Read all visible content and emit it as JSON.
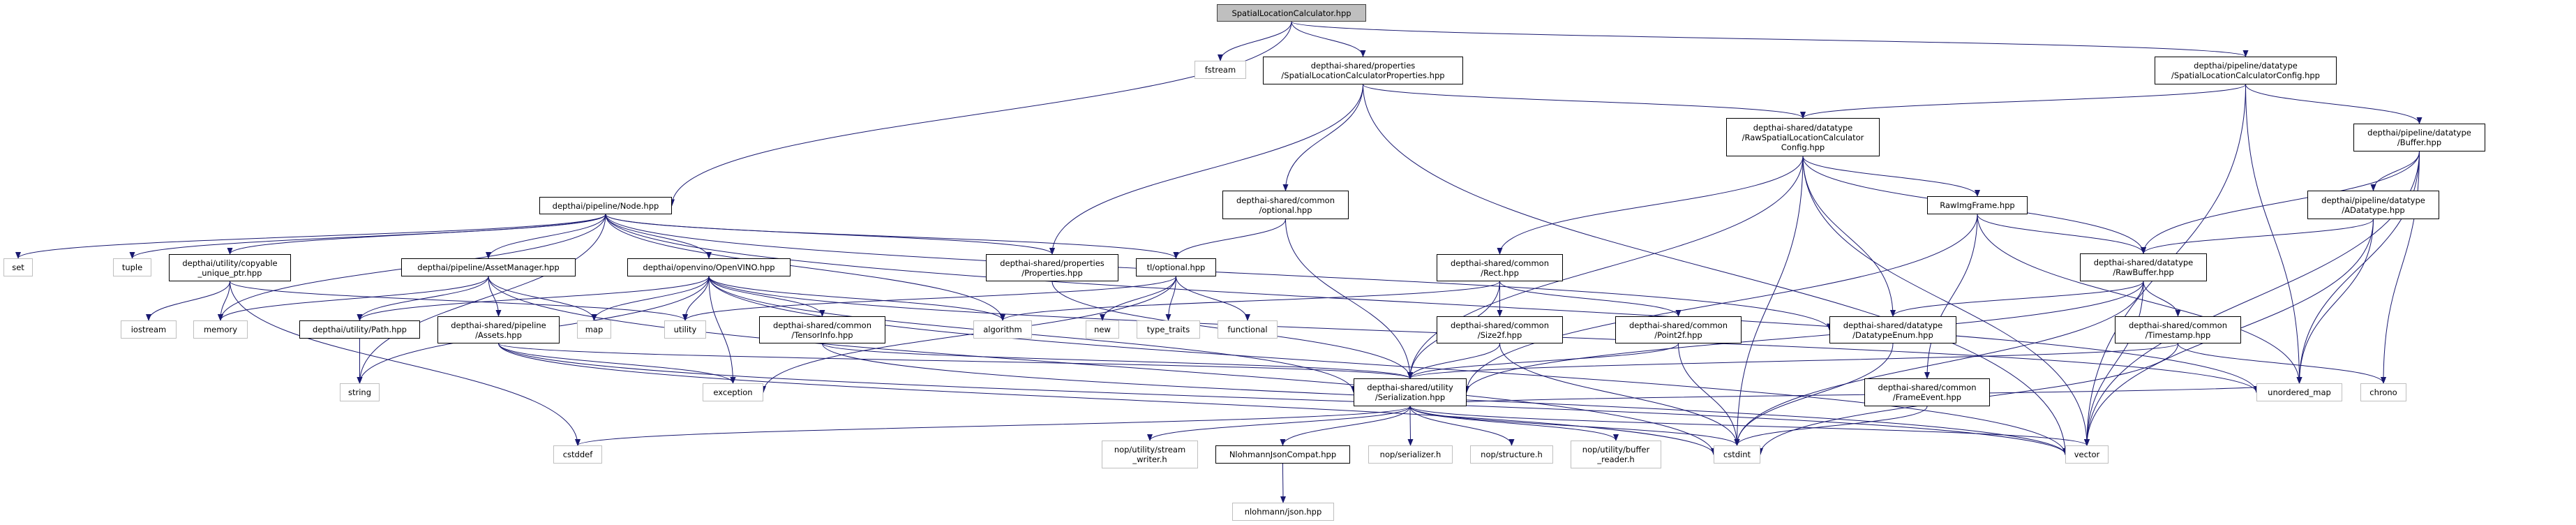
{
  "colors": {
    "edge": "#191970",
    "root_fill": "#bfbfbf",
    "documented_border": "#000000",
    "system_border": "#bfbfbf"
  },
  "nodes": [
    {
      "id": "root",
      "label": "SpatialLocationCalculator.hpp",
      "kind": "root"
    },
    {
      "id": "fstream",
      "label": "fstream",
      "kind": "sys"
    },
    {
      "id": "slcprops",
      "label": "depthai-shared/properties\n/SpatialLocationCalculatorProperties.hpp",
      "kind": "doc"
    },
    {
      "id": "slcconfig",
      "label": "depthai/pipeline/datatype\n/SpatialLocationCalculatorConfig.hpp",
      "kind": "doc"
    },
    {
      "id": "node",
      "label": "depthai/pipeline/Node.hpp",
      "kind": "doc"
    },
    {
      "id": "rawslc",
      "label": "depthai-shared/datatype\n/RawSpatialLocationCalculator\nConfig.hpp",
      "kind": "doc"
    },
    {
      "id": "buffer",
      "label": "depthai/pipeline/datatype\n/Buffer.hpp",
      "kind": "doc"
    },
    {
      "id": "cmnoptional",
      "label": "depthai-shared/common\n/optional.hpp",
      "kind": "doc"
    },
    {
      "id": "rawimg",
      "label": "RawImgFrame.hpp",
      "kind": "doc"
    },
    {
      "id": "adatatype",
      "label": "depthai/pipeline/datatype\n/ADatatype.hpp",
      "kind": "doc"
    },
    {
      "id": "set",
      "label": "set",
      "kind": "sys"
    },
    {
      "id": "tuple",
      "label": "tuple",
      "kind": "sys"
    },
    {
      "id": "copyable",
      "label": "depthai/utility/copyable\n_unique_ptr.hpp",
      "kind": "doc"
    },
    {
      "id": "assetmgr",
      "label": "depthai/pipeline/AssetManager.hpp",
      "kind": "doc"
    },
    {
      "id": "openvino",
      "label": "depthai/openvino/OpenVINO.hpp",
      "kind": "doc"
    },
    {
      "id": "properties",
      "label": "depthai-shared/properties\n/Properties.hpp",
      "kind": "doc"
    },
    {
      "id": "tloptional",
      "label": "tl/optional.hpp",
      "kind": "doc"
    },
    {
      "id": "rect",
      "label": "depthai-shared/common\n/Rect.hpp",
      "kind": "doc"
    },
    {
      "id": "rawbuffer",
      "label": "depthai-shared/datatype\n/RawBuffer.hpp",
      "kind": "doc"
    },
    {
      "id": "iostream",
      "label": "iostream",
      "kind": "sys"
    },
    {
      "id": "memory",
      "label": "memory",
      "kind": "sys"
    },
    {
      "id": "path",
      "label": "depthai/utility/Path.hpp",
      "kind": "doc"
    },
    {
      "id": "assets",
      "label": "depthai-shared/pipeline\n/Assets.hpp",
      "kind": "doc"
    },
    {
      "id": "map",
      "label": "map",
      "kind": "sys"
    },
    {
      "id": "utility",
      "label": "utility",
      "kind": "sys"
    },
    {
      "id": "tensorinfo",
      "label": "depthai-shared/common\n/TensorInfo.hpp",
      "kind": "doc"
    },
    {
      "id": "algorithm",
      "label": "algorithm",
      "kind": "sys"
    },
    {
      "id": "new",
      "label": "new",
      "kind": "sys"
    },
    {
      "id": "typetraits",
      "label": "type_traits",
      "kind": "sys"
    },
    {
      "id": "functional",
      "label": "functional",
      "kind": "sys"
    },
    {
      "id": "size2f",
      "label": "depthai-shared/common\n/Size2f.hpp",
      "kind": "doc"
    },
    {
      "id": "point2f",
      "label": "depthai-shared/common\n/Point2f.hpp",
      "kind": "doc"
    },
    {
      "id": "dtenum",
      "label": "depthai-shared/datatype\n/DatatypeEnum.hpp",
      "kind": "doc"
    },
    {
      "id": "timestamp",
      "label": "depthai-shared/common\n/Timestamp.hpp",
      "kind": "doc"
    },
    {
      "id": "string",
      "label": "string",
      "kind": "sys"
    },
    {
      "id": "exception",
      "label": "exception",
      "kind": "sys"
    },
    {
      "id": "serialization",
      "label": "depthai-shared/utility\n/Serialization.hpp",
      "kind": "doc"
    },
    {
      "id": "frameevent",
      "label": "depthai-shared/common\n/FrameEvent.hpp",
      "kind": "doc"
    },
    {
      "id": "umap",
      "label": "unordered_map",
      "kind": "sys"
    },
    {
      "id": "chrono",
      "label": "chrono",
      "kind": "sys"
    },
    {
      "id": "cstddef",
      "label": "cstddef",
      "kind": "sys"
    },
    {
      "id": "streamwriter",
      "label": "nop/utility/stream\n_writer.h",
      "kind": "sys"
    },
    {
      "id": "njcompat",
      "label": "NlohmannJsonCompat.hpp",
      "kind": "doc"
    },
    {
      "id": "serializer",
      "label": "nop/serializer.h",
      "kind": "sys"
    },
    {
      "id": "structure",
      "label": "nop/structure.h",
      "kind": "sys"
    },
    {
      "id": "bufreader",
      "label": "nop/utility/buffer\n_reader.h",
      "kind": "sys"
    },
    {
      "id": "cstdint",
      "label": "cstdint",
      "kind": "sys"
    },
    {
      "id": "vector",
      "label": "vector",
      "kind": "sys"
    },
    {
      "id": "json",
      "label": "nlohmann/json.hpp",
      "kind": "sys"
    }
  ],
  "edges": [
    [
      "root",
      "node"
    ],
    [
      "root",
      "fstream"
    ],
    [
      "root",
      "slcprops"
    ],
    [
      "root",
      "slcconfig"
    ],
    [
      "slcprops",
      "properties"
    ],
    [
      "slcprops",
      "cmnoptional"
    ],
    [
      "slcprops",
      "rawslc"
    ],
    [
      "slcprops",
      "vector"
    ],
    [
      "slcconfig",
      "rawslc"
    ],
    [
      "slcconfig",
      "umap"
    ],
    [
      "slcconfig",
      "buffer"
    ],
    [
      "slcconfig",
      "vector"
    ],
    [
      "rawslc",
      "rect"
    ],
    [
      "rawslc",
      "serialization"
    ],
    [
      "rawslc",
      "cstdint"
    ],
    [
      "rawslc",
      "dtenum"
    ],
    [
      "rawslc",
      "rawimg"
    ],
    [
      "rawslc",
      "rawbuffer"
    ],
    [
      "rawslc",
      "vector"
    ],
    [
      "buffer",
      "rawbuffer"
    ],
    [
      "buffer",
      "adatatype"
    ],
    [
      "buffer",
      "umap"
    ],
    [
      "buffer",
      "chrono"
    ],
    [
      "buffer",
      "vector"
    ],
    [
      "adatatype",
      "rawbuffer"
    ],
    [
      "adatatype",
      "umap"
    ],
    [
      "adatatype",
      "vector"
    ],
    [
      "rawimg",
      "serialization"
    ],
    [
      "rawimg",
      "rawbuffer"
    ],
    [
      "rawimg",
      "frameevent"
    ],
    [
      "rawimg",
      "umap"
    ],
    [
      "rawbuffer",
      "dtenum"
    ],
    [
      "rawbuffer",
      "serialization"
    ],
    [
      "rawbuffer",
      "timestamp"
    ],
    [
      "rawbuffer",
      "cstdint"
    ],
    [
      "rawbuffer",
      "vector"
    ],
    [
      "timestamp",
      "serialization"
    ],
    [
      "timestamp",
      "chrono"
    ],
    [
      "timestamp",
      "cstdint"
    ],
    [
      "dtenum",
      "cstdint"
    ],
    [
      "frameevent",
      "cstdint"
    ],
    [
      "rect",
      "algorithm"
    ],
    [
      "rect",
      "serialization"
    ],
    [
      "rect",
      "size2f"
    ],
    [
      "rect",
      "point2f"
    ],
    [
      "size2f",
      "serialization"
    ],
    [
      "size2f",
      "cstdint"
    ],
    [
      "point2f",
      "serialization"
    ],
    [
      "point2f",
      "cstdint"
    ],
    [
      "cmnoptional",
      "tloptional"
    ],
    [
      "cmnoptional",
      "serialization"
    ],
    [
      "tloptional",
      "new"
    ],
    [
      "tloptional",
      "typetraits"
    ],
    [
      "tloptional",
      "functional"
    ],
    [
      "tloptional",
      "utility"
    ],
    [
      "tloptional",
      "exception"
    ],
    [
      "properties",
      "serialization"
    ],
    [
      "node",
      "set"
    ],
    [
      "node",
      "tuple"
    ],
    [
      "node",
      "copyable"
    ],
    [
      "node",
      "assetmgr"
    ],
    [
      "node",
      "openvino"
    ],
    [
      "node",
      "memory"
    ],
    [
      "node",
      "string"
    ],
    [
      "node",
      "algorithm"
    ],
    [
      "node",
      "properties"
    ],
    [
      "node",
      "tloptional"
    ],
    [
      "node",
      "dtenum"
    ],
    [
      "node",
      "umap"
    ],
    [
      "copyable",
      "iostream"
    ],
    [
      "copyable",
      "memory"
    ],
    [
      "copyable",
      "utility"
    ],
    [
      "copyable",
      "cstddef"
    ],
    [
      "assetmgr",
      "memory"
    ],
    [
      "assetmgr",
      "path"
    ],
    [
      "assetmgr",
      "assets"
    ],
    [
      "assetmgr",
      "map"
    ],
    [
      "assetmgr",
      "cstdint"
    ],
    [
      "openvino",
      "path"
    ],
    [
      "openvino",
      "map"
    ],
    [
      "openvino",
      "utility"
    ],
    [
      "openvino",
      "string"
    ],
    [
      "openvino",
      "exception"
    ],
    [
      "openvino",
      "tensorinfo"
    ],
    [
      "openvino",
      "serialization"
    ],
    [
      "openvino",
      "umap"
    ],
    [
      "openvino",
      "algorithm"
    ],
    [
      "openvino",
      "vector"
    ],
    [
      "path",
      "string"
    ],
    [
      "assets",
      "exception"
    ],
    [
      "assets",
      "serialization"
    ],
    [
      "assets",
      "cstdint"
    ],
    [
      "assets",
      "vector"
    ],
    [
      "tensorinfo",
      "serialization"
    ],
    [
      "tensorinfo",
      "vector"
    ],
    [
      "serialization",
      "streamwriter"
    ],
    [
      "serialization",
      "njcompat"
    ],
    [
      "serialization",
      "serializer"
    ],
    [
      "serialization",
      "structure"
    ],
    [
      "serialization",
      "bufreader"
    ],
    [
      "serialization",
      "cstdint"
    ],
    [
      "serialization",
      "vector"
    ],
    [
      "serialization",
      "cstddef"
    ],
    [
      "serialization",
      "umap"
    ],
    [
      "njcompat",
      "json"
    ]
  ]
}
